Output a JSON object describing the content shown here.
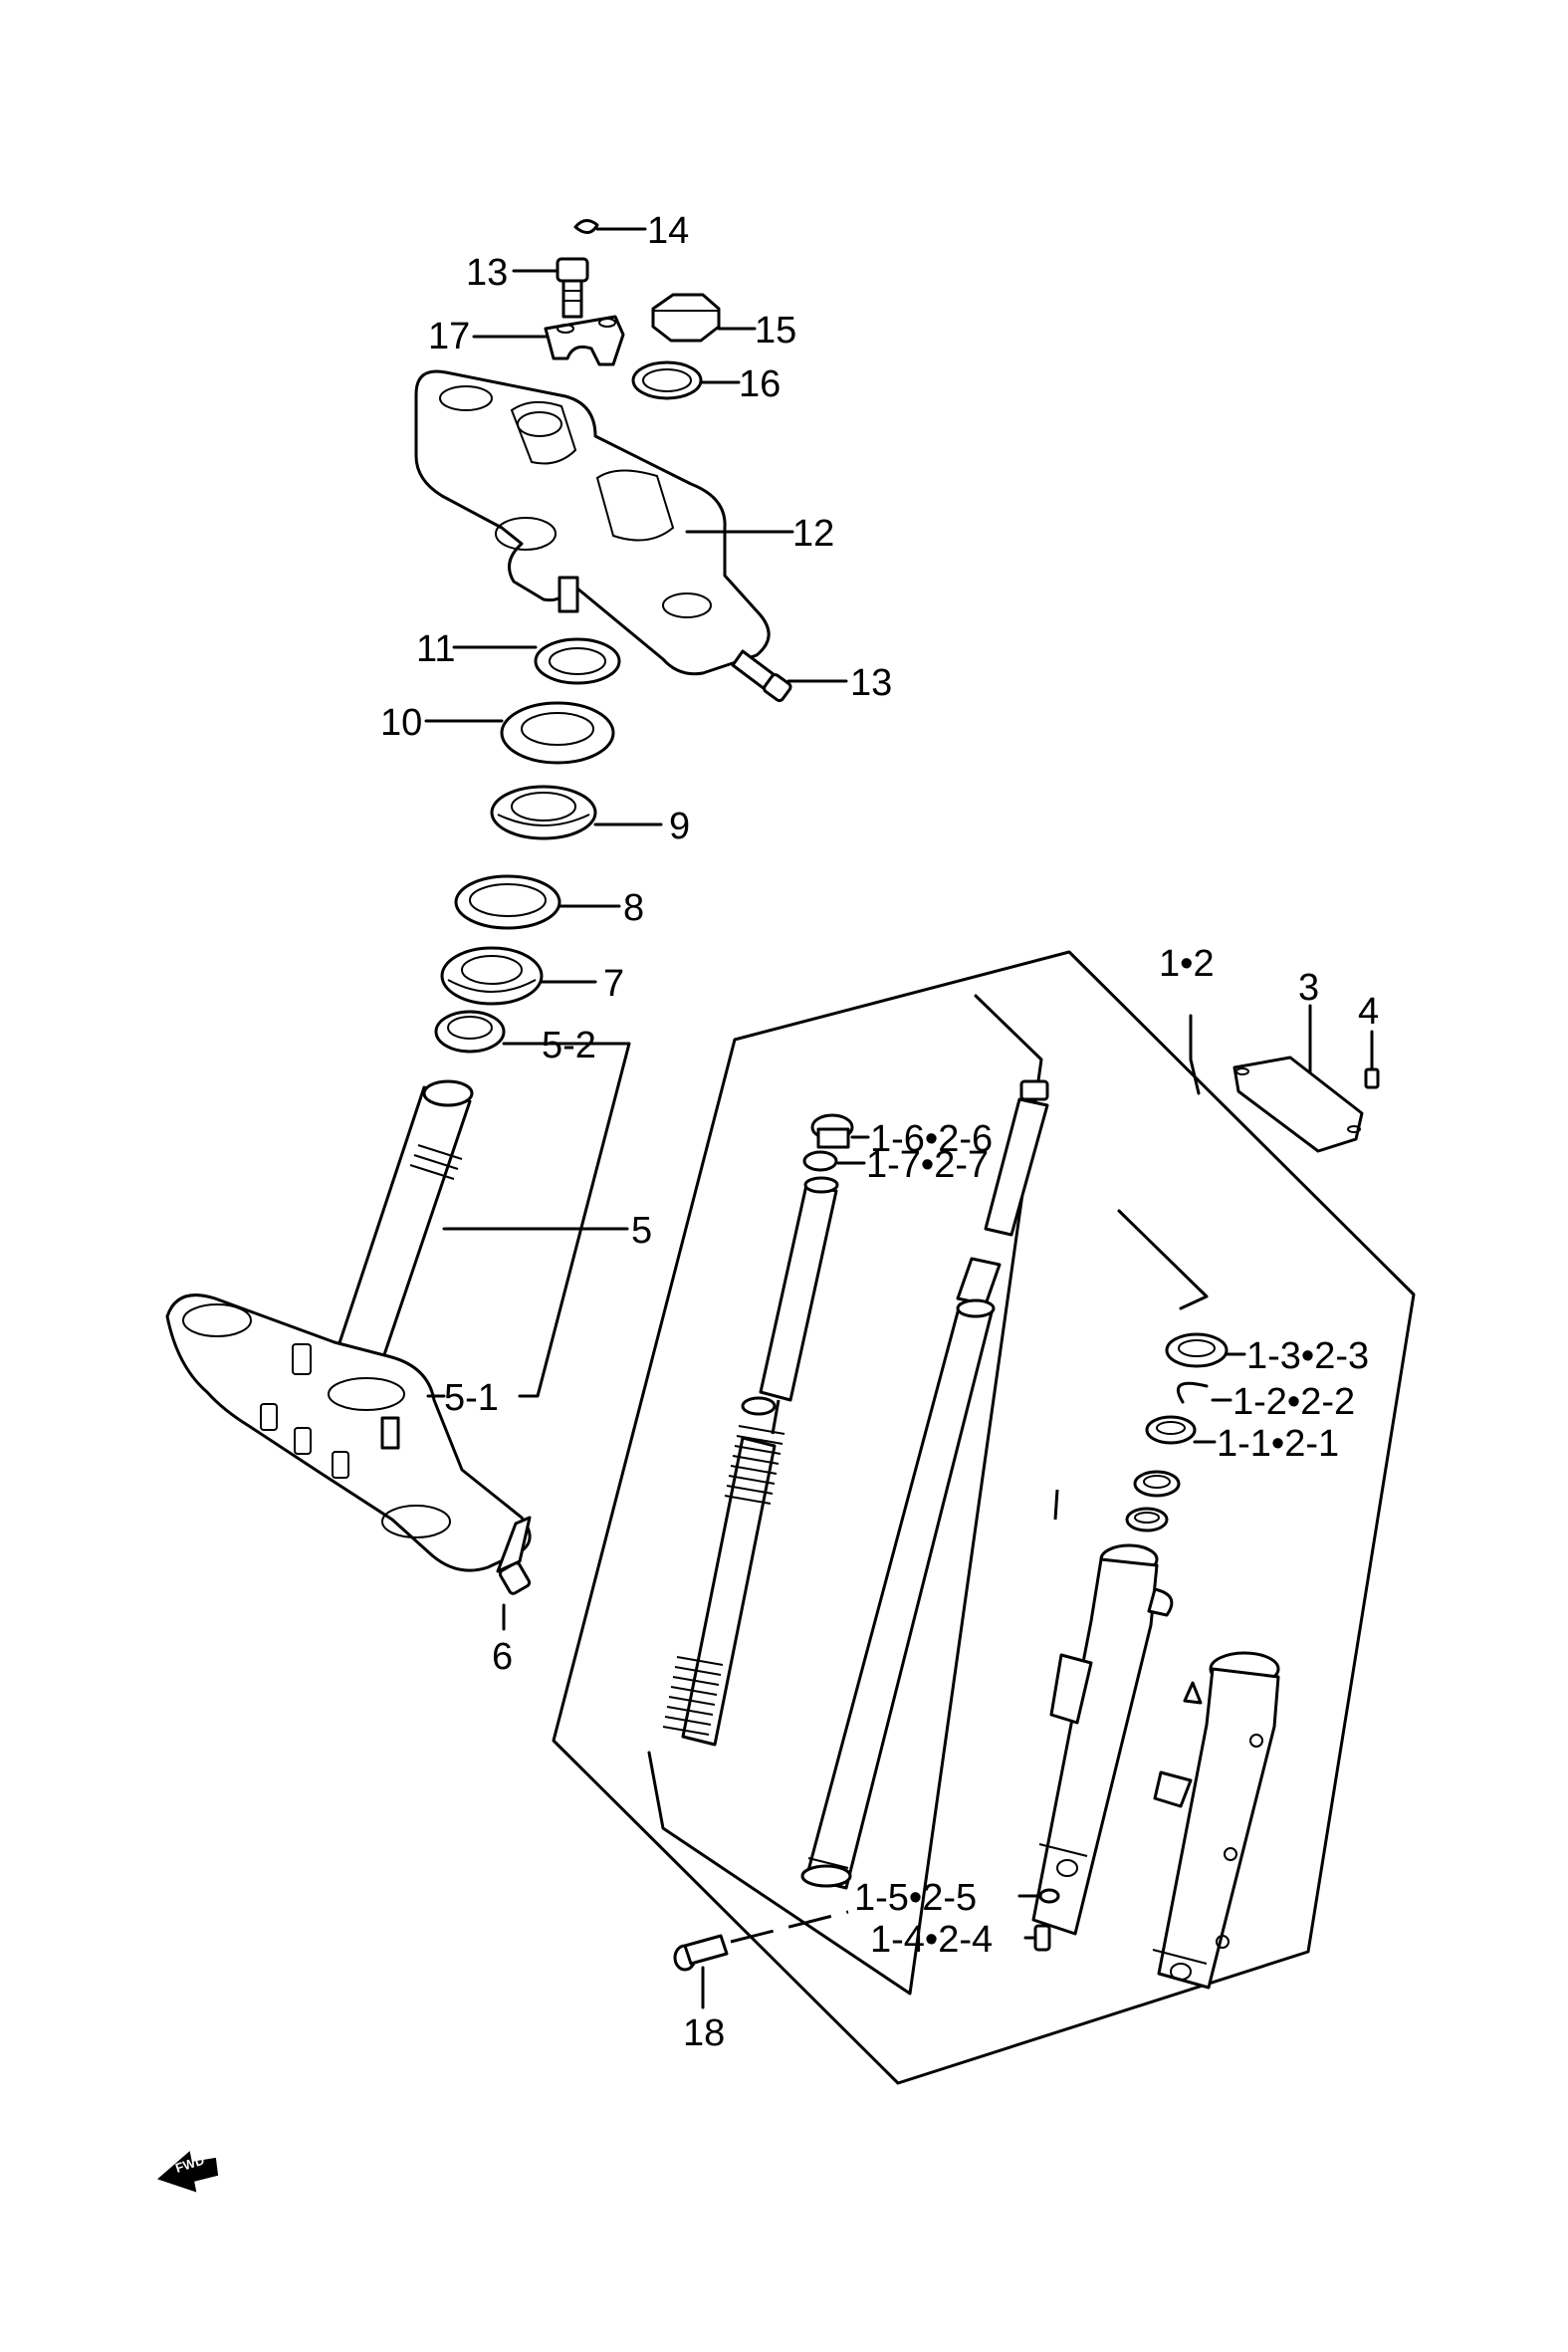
{
  "callouts": {
    "c14": "14",
    "c13a": "13",
    "c17": "17",
    "c15": "15",
    "c16": "16",
    "c12": "12",
    "c11": "11",
    "c13b": "13",
    "c10": "10",
    "c9": "9",
    "c8": "8",
    "c7": "7",
    "c5_2": "5-2",
    "c5": "5",
    "c5_1": "5-1",
    "c6": "6",
    "c1_2": "1•2",
    "c3": "3",
    "c4": "4",
    "c1_6": "1-6•2-6",
    "c1_7": "1-7•2-7",
    "c1_3": "1-3•2-3",
    "c1_2b": "1-2•2-2",
    "c1_1": "1-1•2-1",
    "c1_5": "1-5•2-5",
    "c1_4": "1-4•2-4",
    "c18": "18"
  },
  "fwd_badge": "FWD",
  "icons": {
    "direction": "fwd-arrow-icon"
  },
  "colors": {
    "ink": "#000000",
    "paper": "#ffffff"
  }
}
